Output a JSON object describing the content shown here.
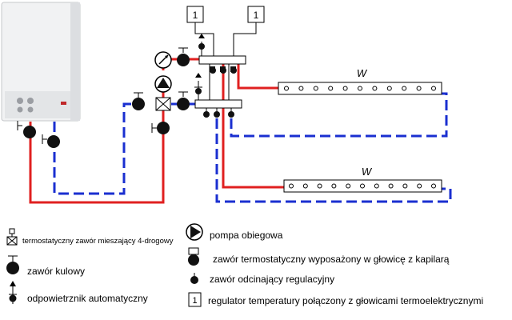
{
  "diagram": {
    "regulator_number": "1",
    "circuit_label": "W",
    "colors": {
      "supply_pipe": "#e02020",
      "return_pipe": "#1a2fd0",
      "valve": "#111111",
      "line": "#000000"
    }
  },
  "legend": {
    "mixing_valve": "termostatyczny zawór mieszający 4-drogowy",
    "ball_valve": "zawór kulowy",
    "air_vent": "odpowietrznik automatyczny",
    "pump": "pompa obiegowa",
    "thermostatic_valve": "zawór termostatyczny wyposażony w głowicę z kapilarą",
    "shutoff_valve": "zawór odcinający regulacyjny",
    "regulator_symbol": "1",
    "regulator": "regulator temperatury połączony z głowicami termoelektrycznymi"
  }
}
